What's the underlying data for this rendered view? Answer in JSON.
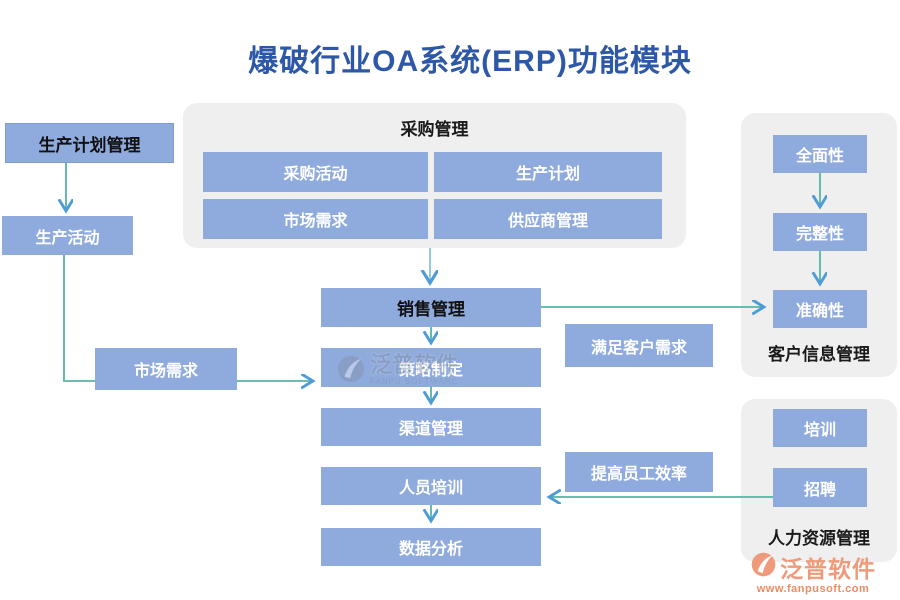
{
  "title": "爆破行业OA系统(ERP)功能模块",
  "left_flow": {
    "plan_mgmt": "生产计划管理",
    "activity": "生产活动",
    "market_demand": "市场需求"
  },
  "procurement": {
    "title": "采购管理",
    "items": [
      "采购活动",
      "生产计划",
      "市场需求",
      "供应商管理"
    ]
  },
  "sales_flow": [
    "销售管理",
    "策略制定",
    "渠道管理",
    "人员培训",
    "数据分析"
  ],
  "callouts": {
    "satisfy_customer": "满足客户需求",
    "improve_efficiency": "提高员工效率"
  },
  "customer_panel": {
    "title": "客户信息管理",
    "items": [
      "全面性",
      "完整性",
      "准确性"
    ]
  },
  "hr_panel": {
    "title": "人力资源管理",
    "items": [
      "培训",
      "招聘"
    ]
  },
  "watermark": {
    "name": "泛普软件",
    "subtitle": "FANPU SOFTWARE"
  },
  "logo": {
    "name": "泛普软件",
    "url": "www.fanpusoft.com"
  },
  "colors": {
    "title_blue": "#2d57a7",
    "node_fill": "#8faadc",
    "panel_fill": "#efefef",
    "line_teal": "#54b5a5",
    "line_lightblue": "#93cbde",
    "arrow_blue": "#4e9bd5",
    "logo_coral": "#ef9a7a"
  }
}
